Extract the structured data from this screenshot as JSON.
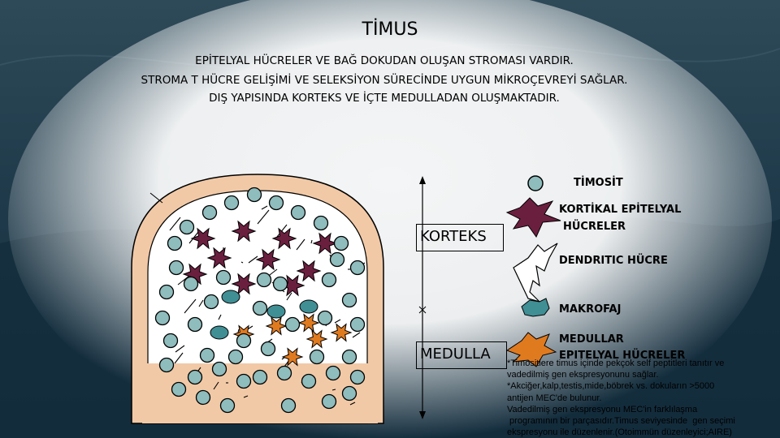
{
  "title": "TİMUS",
  "description_lines": [
    "EPİTELYAL HÜCRELER VE BAĞ DOKUDAN OLUŞAN STROMASI VARDIR.",
    "STROMA T HÜCRE GELİŞİMİ VE SELEKSİYON SÜRECİNDE UYGUN MİKROÇEVREYİ SAĞLAR.",
    "DIŞ YAPISINDA KORTEKS VE İÇTE MEDULLADAN OLUŞMAKTADIR."
  ],
  "regions": {
    "cortex": "KORTEKS",
    "medulla": "MEDULLA"
  },
  "legend": {
    "thymocyte": "TİMOSİT",
    "cortical_epithelial_line1": "KORTİKAL EPİTELYAL",
    "cortical_epithelial_line2": "HÜCRELER",
    "dendritic": "DENDRITIC HÜCRE",
    "macrophage": "MAKROFAJ",
    "medullary_epithelial_line1": "MEDULLAR",
    "medullary_epithelial_line2": "EPITELYAL HÜCRELER"
  },
  "note_lines": [
    "*Timositlere timus içinde pekçok self peptitleri tanıtır ve",
    "vadedilmiş gen ekspresyonunu sağlar.",
    "*Akciğer,kalp,testis,mide,böbrek vs. dokuların >5000",
    "antijen MEC'de bulunur.",
    "Vadedilmiş gen ekspresyonu MEC'in farklılaşma",
    " programının bir parçasıdır.Timus seviyesinde  gen seçimi",
    "ekspresyonu ile düzenlenir.(Otoimmün düzenleyici;AIRE)"
  ],
  "colors": {
    "thymocyte_fill": "#8fbcbc",
    "cortical_epithelial": "#6b1f3e",
    "macrophage": "#3f8f95",
    "medullary_epithelial": "#e07a1f",
    "capsule": "#f2c9a6"
  }
}
